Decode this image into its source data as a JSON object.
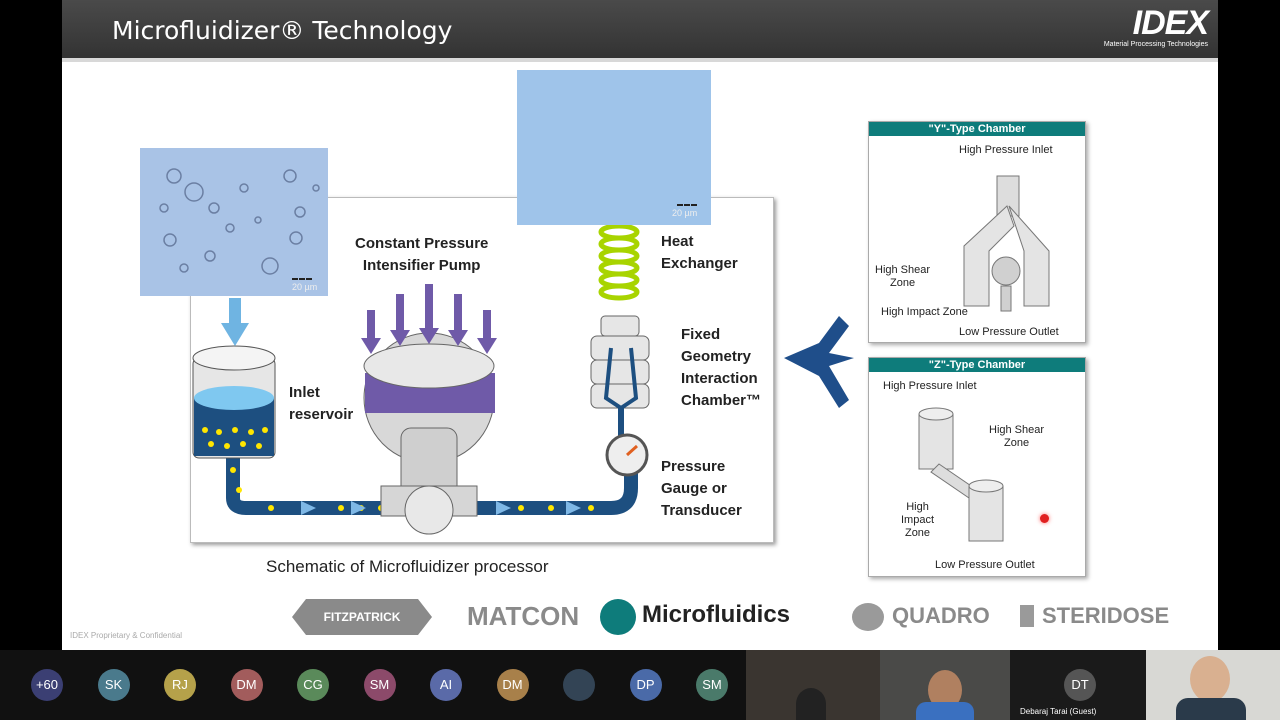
{
  "slide": {
    "title": "Microfluidizer® Technology",
    "logo": {
      "mark": "IDEX",
      "sub": "Material Processing Technologies"
    },
    "confidential": "IDEX Proprietary & Confidential"
  },
  "schematic": {
    "micro1_scale": "20 µm",
    "micro2_scale": "20 µm",
    "pump_label": [
      "Constant Pressure",
      "Intensifier Pump"
    ],
    "heat_label": [
      "Heat",
      "Exchanger"
    ],
    "inlet_label": [
      "Inlet",
      "reservoir"
    ],
    "chamber_label": [
      "Fixed",
      "Geometry",
      "Interaction",
      "Chamber™"
    ],
    "gauge_label": [
      "Pressure",
      "Gauge or",
      "Transducer"
    ],
    "caption": "Schematic of Microfluidizer processor"
  },
  "y_chamber": {
    "title": "\"Y\"-Type Chamber",
    "inlet": "High Pressure Inlet",
    "shear": [
      "High Shear",
      "Zone"
    ],
    "impact": "High Impact Zone",
    "outlet": "Low Pressure Outlet"
  },
  "z_chamber": {
    "title": "\"Z\"-Type Chamber",
    "inlet": "High Pressure Inlet",
    "shear": [
      "High Shear",
      "Zone"
    ],
    "impact": [
      "High",
      "Impact",
      "Zone"
    ],
    "outlet": "Low Pressure Outlet"
  },
  "brands": [
    "FITZPATRICK",
    "MATCON",
    "Microfluidics",
    "QUADRO",
    "STERIDOSE"
  ],
  "participants": [
    {
      "initials": "+60",
      "color": "#3b3f73"
    },
    {
      "initials": "SK",
      "color": "#4a7a8c"
    },
    {
      "initials": "RJ",
      "color": "#b5a14a"
    },
    {
      "initials": "DM",
      "color": "#a25c5c"
    },
    {
      "initials": "CG",
      "color": "#5a8a5a"
    },
    {
      "initials": "SM",
      "color": "#8c4a6a"
    },
    {
      "initials": "AI",
      "color": "#5a6aa8"
    },
    {
      "initials": "DM",
      "color": "#a8804a"
    },
    {
      "initials": "",
      "color": "#345"
    },
    {
      "initials": "DP",
      "color": "#4a6aa8"
    },
    {
      "initials": "SM",
      "color": "#4a7a6a"
    }
  ],
  "videos": {
    "dt_initials": "DT",
    "dt_name": "Debaraj Tarai (Guest)"
  }
}
